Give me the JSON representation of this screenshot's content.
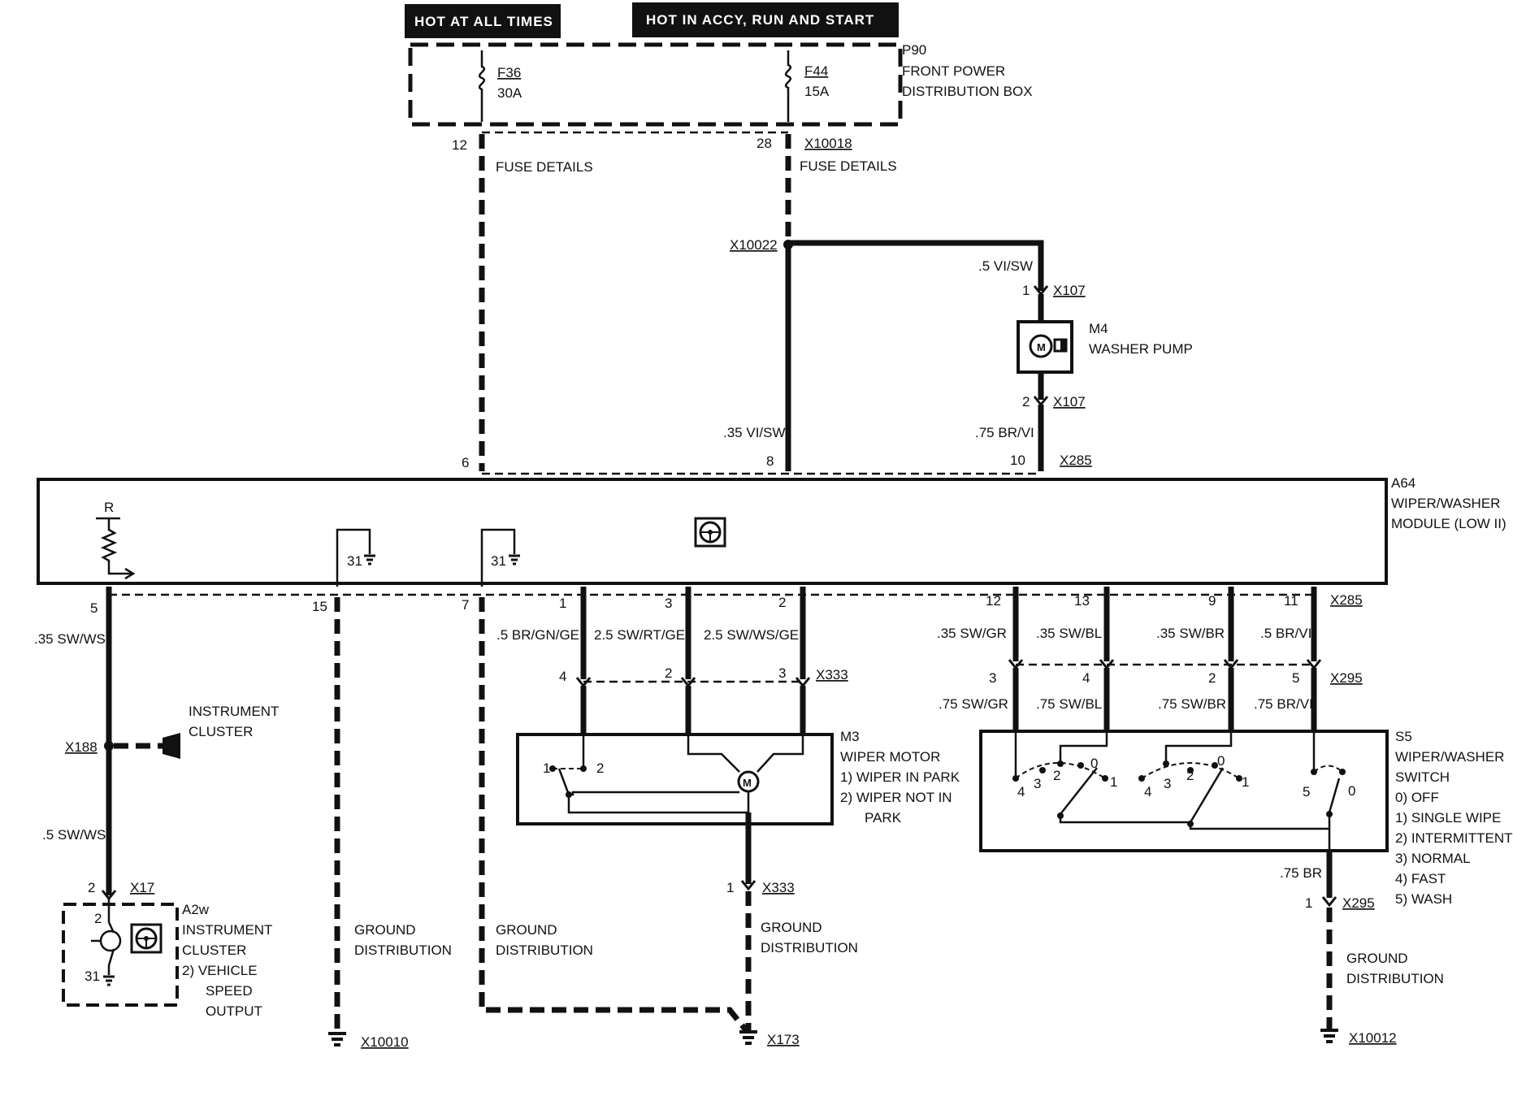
{
  "headers": {
    "hot_at_all_times": "HOT AT ALL TIMES",
    "hot_in_accy": "HOT IN ACCY, RUN AND START"
  },
  "p90": {
    "id": "P90",
    "name_line1": "FRONT POWER",
    "name_line2": "DISTRIBUTION BOX",
    "f36": "F36",
    "f36_rating": "30A",
    "f44": "F44",
    "f44_rating": "15A"
  },
  "fuse": {
    "pin12": "12",
    "pin28": "28",
    "connector": "X10018",
    "details_left": "FUSE DETAILS",
    "details_right": "FUSE DETAILS",
    "splice": "X10022"
  },
  "pump": {
    "wire_top": ".5 VI/SW",
    "pin1": "1",
    "conn_top": "X107",
    "id": "M4",
    "name": "WASHER PUMP",
    "pin2": "2",
    "conn_bottom": "X107",
    "wire_bottom": ".75 BR/VI"
  },
  "module": {
    "id": "A64",
    "name_line1": "WIPER/WASHER",
    "name_line2": "MODULE (LOW II)",
    "r_label": "R",
    "gnd31_a": "31",
    "gnd31_b": "31",
    "connector": "X285",
    "top_pins": {
      "p6": "6",
      "p8": "8",
      "p10": "10"
    },
    "top_wire_8": ".35 VI/SW",
    "bottom_pins": [
      "5",
      "15",
      "7",
      "1",
      "3",
      "2",
      "12",
      "13",
      "9",
      "11"
    ],
    "bottom_connector": "X285"
  },
  "left_branch": {
    "wire_top": ".35 SW/WS",
    "cluster_line1": "INSTRUMENT",
    "cluster_line2": "CLUSTER",
    "splice": "X188",
    "wire_bottom": ".5 SW/WS",
    "pin2": "2",
    "conn": "X17"
  },
  "a2w": {
    "id": "A2w",
    "line1": "INSTRUMENT",
    "line2": "CLUSTER",
    "line3": "2)   VEHICLE",
    "line4": "SPEED",
    "line5": "OUTPUT",
    "pin2": "2",
    "pin31": "31"
  },
  "grounds": {
    "dist_line1": "GROUND",
    "dist_line2": "DISTRIBUTION",
    "x10010": "X10010",
    "x173": "X173",
    "x10012": "X10012"
  },
  "motor_wires": {
    "w1": ".5 BR/GN/GE",
    "w3": "2.5 SW/RT/GE",
    "w2": "2.5 SW/WS/GE",
    "pin4": "4",
    "pin2": "2",
    "pin3": "3",
    "conn": "X333"
  },
  "m3": {
    "id": "M3",
    "name": "WIPER MOTOR",
    "state1": "1)   WIPER IN PARK",
    "state2_line1": "2)   WIPER NOT IN",
    "state2_line2": "PARK",
    "sw1": "1",
    "sw2": "2",
    "pin1": "1",
    "conn_bottom": "X333"
  },
  "switch_wires": {
    "w12": ".35 SW/GR",
    "w13": ".35 SW/BL",
    "w9": ".35 SW/BR",
    "w11": ".5 BR/VI",
    "pin3": "3",
    "pin4": "4",
    "pin2": "2",
    "pin5": "5",
    "conn": "X295",
    "l12": ".75 SW/GR",
    "l13": ".75 SW/BL",
    "l9": ".75 SW/BR",
    "l11": ".75 BR/VI"
  },
  "s5": {
    "id": "S5",
    "line1": "WIPER/WASHER",
    "line2": "SWITCH",
    "pos0": "0)   OFF",
    "pos1": "1)   SINGLE WIPE",
    "pos2": "2)   INTERMITTENT",
    "pos3": "3)   NORMAL",
    "pos4": "4)   FAST",
    "pos5": "5)   WASH",
    "inner": [
      "4",
      "3",
      "2",
      "0",
      "1",
      "4",
      "3",
      "2",
      "0",
      "1",
      "5",
      "0"
    ],
    "wire_bottom": ".75 BR",
    "pin1": "1",
    "conn_bottom": "X295"
  }
}
